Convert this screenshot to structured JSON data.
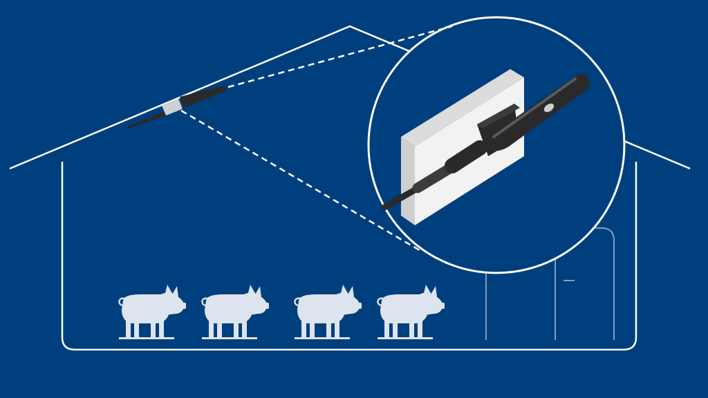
{
  "illustration": {
    "subject": "barn-with-roof-mounted-sensor",
    "colors": {
      "background": "#003f7d",
      "line": "#ffffff",
      "door_line": "#7f9fc4",
      "pig": "#dde4ee",
      "sensor_dark": "#2a2a2a",
      "sensor_mid": "#3c3c3c",
      "sensor_highlight": "#5a5a5a",
      "sensor_band": "#cfcfcf",
      "mount_face": "#f2f2f2",
      "mount_side": "#cfcfcf"
    },
    "animals": {
      "kind": "pig",
      "count": 4
    },
    "callout": {
      "kind": "magnifier-circle",
      "shows": "sensor-on-mounting-plate"
    }
  }
}
